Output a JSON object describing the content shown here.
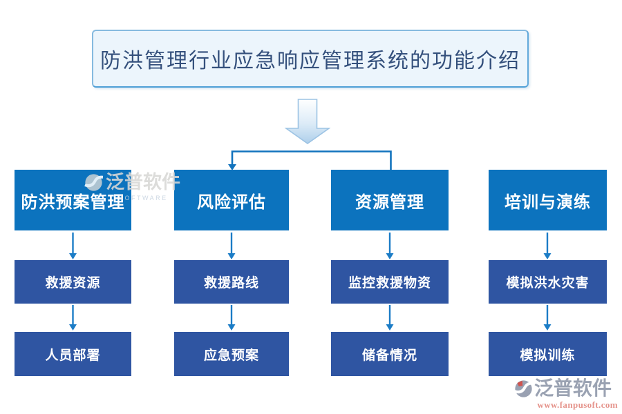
{
  "title": "防洪管理行业应急响应管理系统的功能介绍",
  "watermark": {
    "brand": "泛普软件",
    "caption": "SOFTWARE"
  },
  "columns": [
    {
      "header": "防洪预案管理",
      "items": [
        "救援资源",
        "人员部署"
      ]
    },
    {
      "header": "风险评估",
      "items": [
        "救援路线",
        "应急预案"
      ]
    },
    {
      "header": "资源管理",
      "items": [
        "监控救援物资",
        "储备情况"
      ]
    },
    {
      "header": "培训与演练",
      "items": [
        "模拟洪水灾害",
        "模拟训练"
      ]
    }
  ],
  "logo": {
    "brand": "泛普软件",
    "url": "www.fanpusoft.com"
  },
  "colors": {
    "header_box": "#0C73BE",
    "item_box": "#2F55A2",
    "connector": "#1273BD",
    "flow_arrow": "#1B7CC6",
    "title_bg": "#ECF5FC",
    "title_text": "#34507C",
    "big_arrow_top": "#FFFFFF",
    "big_arrow_bottom": "#AECFEB",
    "watermark": "#D8D8D6",
    "logo_text": "#9AA2B2",
    "logo_url": "#E5938B"
  }
}
